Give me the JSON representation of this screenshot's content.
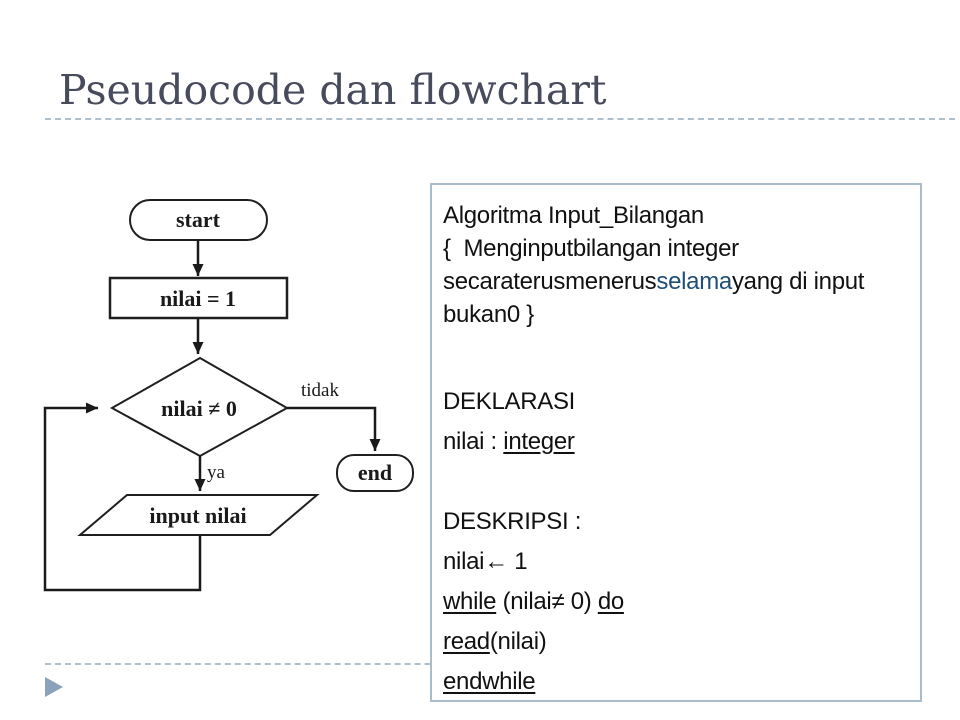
{
  "slide": {
    "title": "Pseudocode dan flowchart"
  },
  "flowchart": {
    "start_label": "start",
    "process_label": "nilai = 1",
    "decision_label": "nilai ≠ 0",
    "no_label": "tidak",
    "yes_label": "ya",
    "input_label": "input nilai",
    "end_label": "end"
  },
  "codebox": {
    "lines": [
      {
        "h": 33,
        "seg": [
          {
            "t": "Algoritma Input_Bilangan"
          }
        ]
      },
      {
        "h": 33,
        "seg": [
          {
            "t": "{  Menginputbilangan integer"
          }
        ]
      },
      {
        "h": 33,
        "seg": [
          {
            "t": "secaraterusmenerus"
          },
          {
            "t": "selama",
            "c": "blue"
          },
          {
            "t": "yang di input"
          }
        ]
      },
      {
        "h": 33,
        "seg": [
          {
            "t": "bukan0 }"
          }
        ]
      },
      {
        "gap": 51
      },
      {
        "h": 40,
        "seg": [
          {
            "t": "DEKLARASI"
          }
        ]
      },
      {
        "h": 40,
        "seg": [
          {
            "t": "nilai : "
          },
          {
            "t": "integer",
            "u": true
          }
        ]
      },
      {
        "gap": 40
      },
      {
        "h": 40,
        "seg": [
          {
            "t": "DESKRIPSI :"
          }
        ]
      },
      {
        "h": 40,
        "seg": [
          {
            "t": "nilai← 1"
          }
        ]
      },
      {
        "h": 40,
        "seg": [
          {
            "t": "while",
            "u": true
          },
          {
            "t": " (nilai≠ 0) "
          },
          {
            "t": "do",
            "u": true
          }
        ]
      },
      {
        "h": 40,
        "seg": [
          {
            "t": "read",
            "u": true
          },
          {
            "t": "(nilai)"
          }
        ]
      },
      {
        "h": 40,
        "seg": [
          {
            "t": "endwhile",
            "u": true
          }
        ]
      }
    ]
  },
  "colors": {
    "title_text": "#474B5C",
    "divider_dash": "#AEBFCE",
    "bullet_triangle": "#8AA3BA",
    "box_border": "#A9BDC8",
    "keyword_blue": "#1F4E79",
    "flowchart_stroke": "#1F1F1F"
  }
}
